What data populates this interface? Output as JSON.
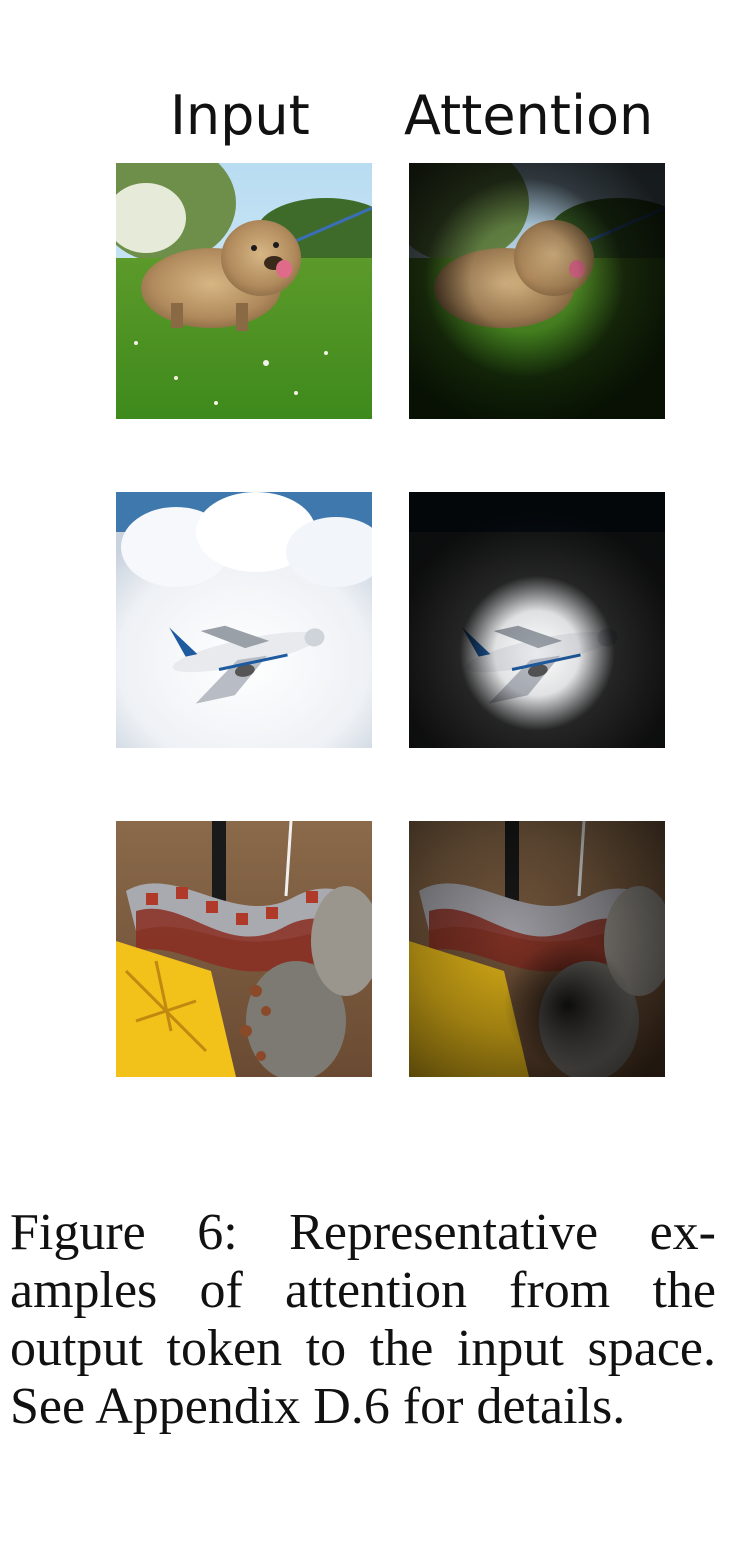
{
  "figure": {
    "column_headers": {
      "input": "Input",
      "attention": "Attention"
    },
    "rows": [
      {
        "subject": "dog"
      },
      {
        "subject": "airplane"
      },
      {
        "subject": "snake"
      }
    ],
    "caption": "Figure 6:  Representative ex-amples of attention from the output token to the input space. See Appendix D.6 for details."
  }
}
